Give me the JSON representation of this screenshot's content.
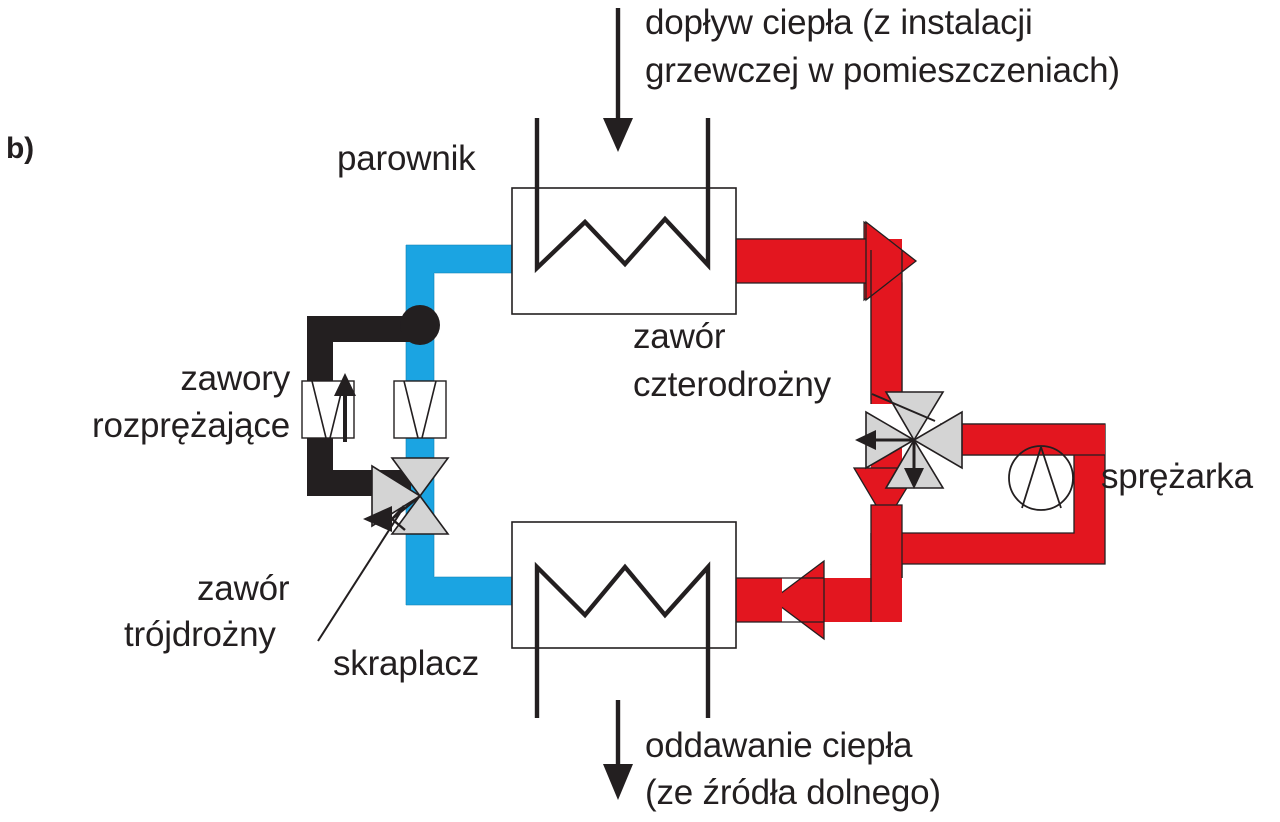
{
  "figure": {
    "panel_label": "b)",
    "title_absent": true,
    "description": "Schemat pompy ciepła z zaworem czterodrożnym (tryb rewersyjny)",
    "colors": {
      "hot_pipe": "#e3161f",
      "cold_pipe": "#1ba4e2",
      "bypass_pipe": "#231f20",
      "valve_fill": "#d4d4d4",
      "outline": "#231f20",
      "text": "#231f20",
      "background": "#ffffff"
    }
  },
  "labels": {
    "panel": "b)",
    "heat_in_line1": "dopływ ciepła (z instalacji",
    "heat_in_line2": "grzewczej w pomieszczeniach)",
    "evaporator": "parownik",
    "four_way_valve_line1": "zawór",
    "four_way_valve_line2": "czterodrożny",
    "compressor": "sprężarka",
    "expansion_valves_line1": "zawory",
    "expansion_valves_line2": "rozprężające",
    "three_way_valve_line1": "zawór",
    "three_way_valve_line2": "trójdrożny",
    "condenser": "skraplacz",
    "heat_out_line1": "oddawanie ciepła",
    "heat_out_line2": "(ze źródła dolnego)"
  },
  "components": [
    {
      "id": "evaporator",
      "name": "parownik",
      "kind": "heat-exchanger",
      "symbol": "zigzag-box"
    },
    {
      "id": "condenser",
      "name": "skraplacz",
      "kind": "heat-exchanger",
      "symbol": "zigzag-box"
    },
    {
      "id": "compressor",
      "name": "sprężarka",
      "kind": "compressor",
      "symbol": "circle-wedge"
    },
    {
      "id": "four-way-valve",
      "name": "zawór czterodrożny",
      "kind": "valve",
      "symbol": "four-triangle"
    },
    {
      "id": "three-way-valve",
      "name": "zawór trójdrożny",
      "kind": "valve",
      "symbol": "three-triangle"
    },
    {
      "id": "expansion-valve-1",
      "name": "zawór rozprężający",
      "kind": "valve",
      "symbol": "hourglass-box"
    },
    {
      "id": "expansion-valve-2",
      "name": "zawór rozprężający",
      "kind": "valve",
      "symbol": "hourglass-box"
    }
  ],
  "flows": [
    {
      "id": "heat-in",
      "label": "dopływ ciepła (z instalacji grzewczej w pomieszczeniach)",
      "direction": "down",
      "color": "#231f20"
    },
    {
      "id": "heat-out",
      "label": "oddawanie ciepła (ze źródła dolnego)",
      "direction": "down",
      "color": "#231f20"
    },
    {
      "id": "hot-top",
      "label": "",
      "direction": "right",
      "color": "#e3161f"
    },
    {
      "id": "hot-bottom",
      "label": "",
      "direction": "left",
      "color": "#e3161f"
    },
    {
      "id": "hot-to-valve",
      "label": "",
      "direction": "down",
      "color": "#e3161f"
    },
    {
      "id": "cold-return",
      "label": "",
      "direction": "up",
      "color": "#1ba4e2"
    }
  ]
}
